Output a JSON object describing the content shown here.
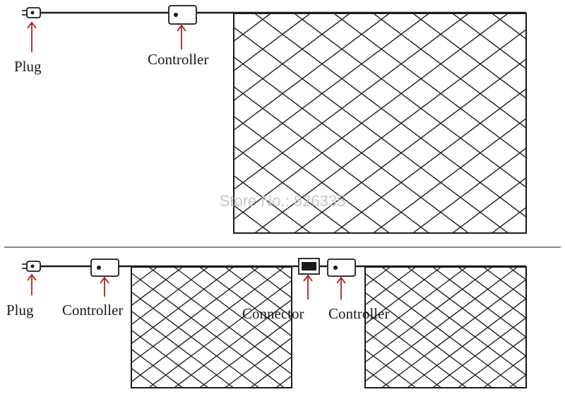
{
  "watermark": "Store No.: 826335",
  "top_panel": {
    "plug_label": "Plug",
    "controller_label": "Controller"
  },
  "bottom_panel": {
    "plug_label": "Plug",
    "controller_1_label": "Controller",
    "connector_label": "Connector",
    "controller_2_label": "Controller"
  },
  "colors": {
    "line": "#1a1a1a",
    "arrow": "#b02020",
    "divider": "#888888",
    "watermark": "#c8c8c8"
  }
}
